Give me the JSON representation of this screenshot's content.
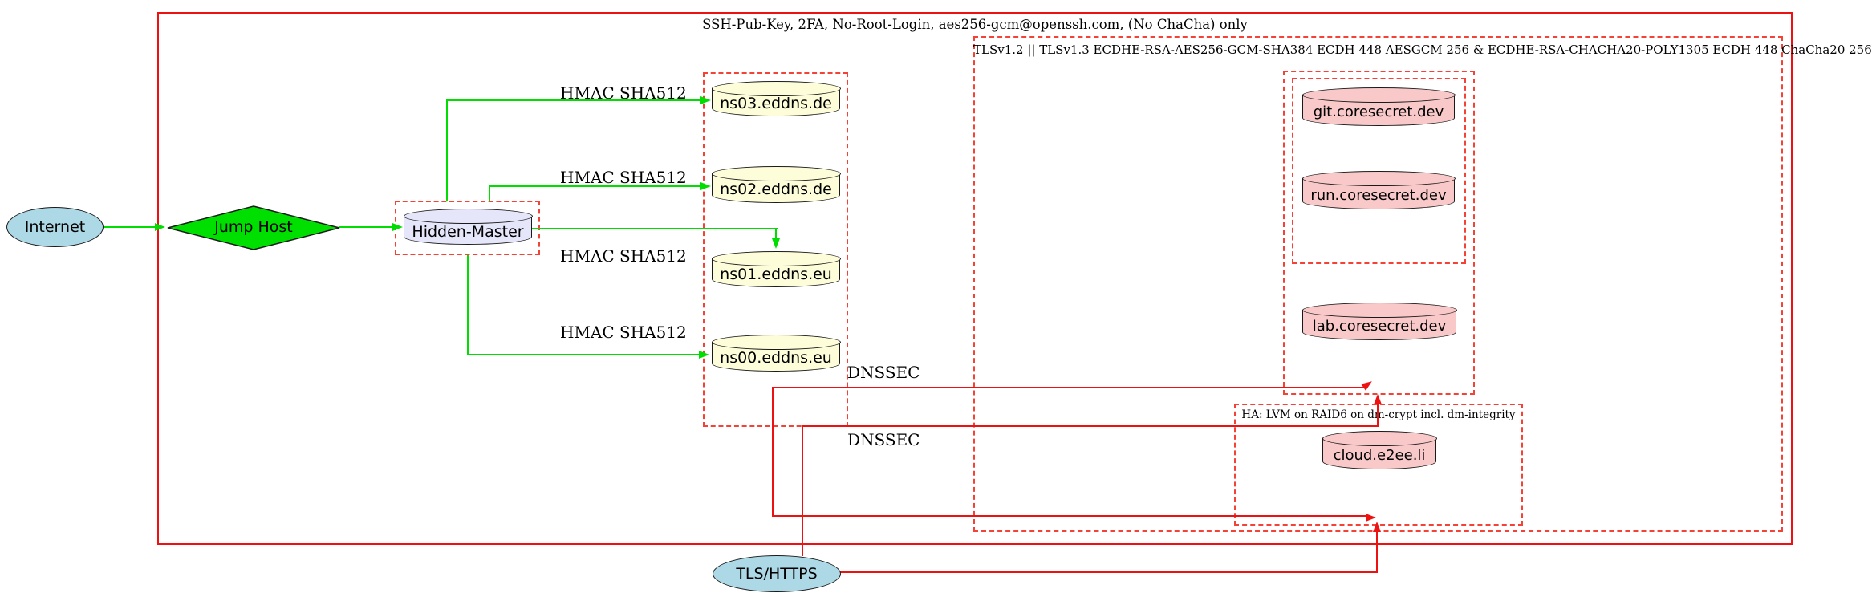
{
  "clusters": {
    "ssh_boundary": {
      "label": "SSH-Pub-Key, 2FA, No-Root-Login, aes256-gcm@openssh.com, (No ChaCha) only"
    },
    "tls_boundary": {
      "label": "TLSv1.2 || TLSv1.3 ECDHE-RSA-AES256-GCM-SHA384 ECDH 448 AESGCM 256 & ECDHE-RSA-CHACHA20-POLY1305 ECDH 448 ChaCha20 256"
    },
    "ha_boundary": {
      "label": "HA: LVM on RAID6 on dm-crypt incl. dm-integrity"
    }
  },
  "nodes": {
    "internet": {
      "label": "Internet",
      "shape": "ellipse",
      "fill": "#add8e6"
    },
    "jump_host": {
      "label": "Jump Host",
      "shape": "diamond",
      "fill": "#00e000"
    },
    "hidden_master": {
      "label": "Hidden-Master",
      "shape": "cylinder",
      "fill": "#e6e6fa"
    },
    "ns03": {
      "label": "ns03.eddns.de",
      "shape": "cylinder",
      "fill": "#fdfdda"
    },
    "ns02": {
      "label": "ns02.eddns.de",
      "shape": "cylinder",
      "fill": "#fdfdda"
    },
    "ns01": {
      "label": "ns01.eddns.eu",
      "shape": "cylinder",
      "fill": "#fdfdda"
    },
    "ns00": {
      "label": "ns00.eddns.eu",
      "shape": "cylinder",
      "fill": "#fdfdda"
    },
    "git": {
      "label": "git.coresecret.dev",
      "shape": "cylinder",
      "fill": "#f9c9c9"
    },
    "run": {
      "label": "run.coresecret.dev",
      "shape": "cylinder",
      "fill": "#f9c9c9"
    },
    "lab": {
      "label": "lab.coresecret.dev",
      "shape": "cylinder",
      "fill": "#f9c9c9"
    },
    "cloud": {
      "label": "cloud.e2ee.li",
      "shape": "cylinder",
      "fill": "#f9c9c9"
    },
    "tls_https": {
      "label": "TLS/HTTPS",
      "shape": "ellipse",
      "fill": "#add8e6"
    }
  },
  "edge_labels": {
    "hmac_ns03": "HMAC SHA512",
    "hmac_ns02": "HMAC SHA512",
    "hmac_ns01": "HMAC SHA512",
    "hmac_ns00": "HMAC SHA512",
    "dnssec_upper": "DNSSEC",
    "dnssec_lower": "DNSSEC"
  },
  "colors": {
    "edge_secure_green": "#00dd00",
    "edge_red": "#ee1111",
    "cluster_border_red": "#f44336",
    "node_border_black": "#1a1a1a",
    "fill_lightblue": "#add8e6",
    "fill_green": "#00e000",
    "fill_lavender": "#e6e6fa",
    "fill_lightyellow": "#fdfdda",
    "fill_pink": "#f9c9c9"
  }
}
